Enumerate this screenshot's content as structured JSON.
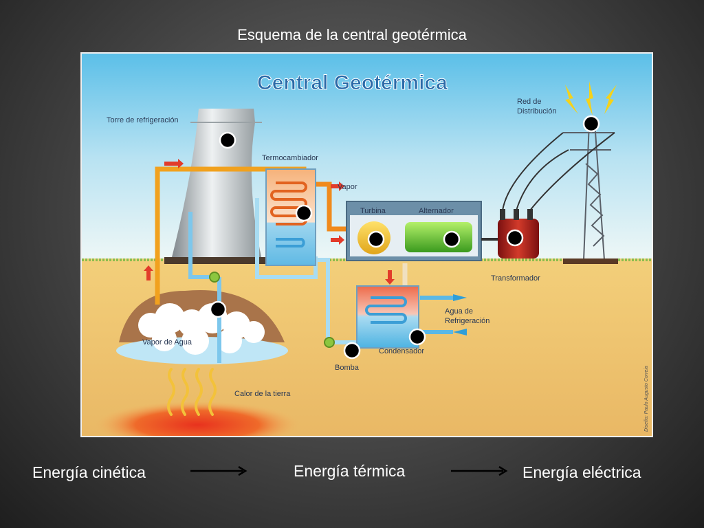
{
  "slide": {
    "title": "Esquema de la central geotérmica",
    "flow": {
      "left": "Energía cinética",
      "middle": "Energía térmica",
      "right": "Energía eléctrica"
    }
  },
  "diagram": {
    "heading": "Central Geotérmica",
    "labels": {
      "cooling_tower": "Torre de refrigeración",
      "heat_exchanger": "Termocambiador",
      "steam": "Vapor",
      "turbine": "Turbina",
      "alternator": "Alternador",
      "grid_line1": "Red de",
      "grid_line2": "Distribución",
      "transformer": "Transformador",
      "cooling_water_line1": "Agua de",
      "cooling_water_line2": "Refrigeración",
      "condenser": "Condensador",
      "pump": "Bomba",
      "water_vapor": "Vapor de Agua",
      "earth_heat": "Calor de la tierra",
      "credit": "Diseño: Paulo Augusto Correia"
    }
  }
}
